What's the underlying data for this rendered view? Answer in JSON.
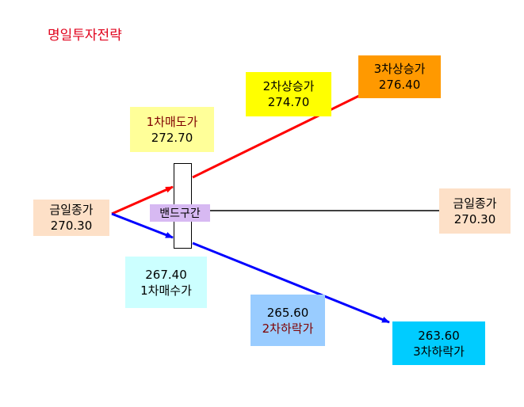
{
  "title": "명일투자전략",
  "today_close_left": {
    "label": "금일종가",
    "value": "270.30"
  },
  "today_close_right": {
    "label": "금일종가",
    "value": "270.30"
  },
  "band": {
    "label": "밴드구간"
  },
  "sell1": {
    "label": "1차매도가",
    "value": "272.70"
  },
  "up2": {
    "label": "2차상승가",
    "value": "274.70"
  },
  "up3": {
    "label": "3차상승가",
    "value": "276.40"
  },
  "buy1": {
    "value": "267.40",
    "label": "1차매수가"
  },
  "down2": {
    "value": "265.60",
    "label": "2차하락가"
  },
  "down3": {
    "value": "263.60",
    "label": "3차하락가"
  },
  "colors": {
    "title": "#e0001b",
    "up_line": "#ff0000",
    "down_line": "#0000ff",
    "flat_line": "#000000",
    "close_box": "#fde0c7",
    "sell1_box": "#ffff99",
    "up2_box": "#ffff00",
    "up3_box": "#ff9900",
    "buy1_box": "#ccffff",
    "down2_box": "#99ccff",
    "down3_box": "#00ccff",
    "band_label": "#d7b9f2",
    "dark_red_text": "#7f0000"
  }
}
